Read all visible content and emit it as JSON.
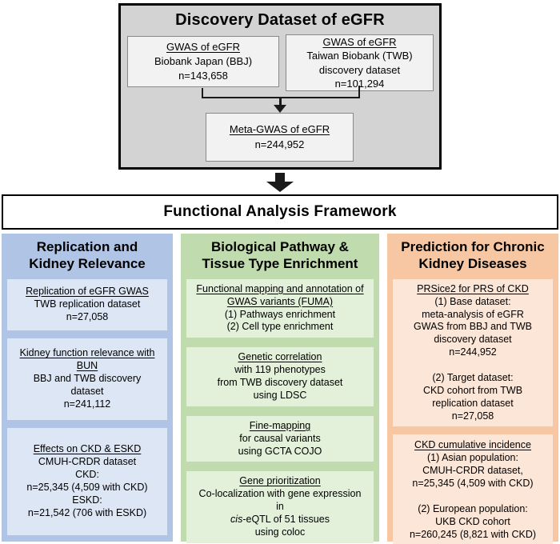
{
  "discovery": {
    "title": "Discovery Dataset of eGFR",
    "bbj": {
      "heading": "GWAS of eGFR",
      "lines": [
        "Biobank Japan (BBJ)",
        "n=143,658"
      ]
    },
    "twb": {
      "heading": "GWAS of eGFR",
      "lines": [
        "Taiwan Biobank (TWB)",
        "discovery dataset",
        "n=101,294"
      ]
    },
    "meta": {
      "heading": "Meta-GWAS of eGFR",
      "lines": [
        "n=244,952"
      ]
    }
  },
  "framework": {
    "title": "Functional Analysis Framework"
  },
  "columns": [
    {
      "title_lines": [
        "Replication and",
        "Kidney Relevance"
      ],
      "boxes": [
        {
          "heading": "Replication of eGFR GWAS",
          "lines": [
            "TWB replication dataset",
            "n=27,058"
          ]
        },
        {
          "heading": "Kidney function relevance with BUN",
          "lines": [
            "BBJ and TWB discovery",
            "dataset",
            "n=241,112"
          ]
        },
        {
          "heading": "Effects on CKD & ESKD",
          "lines": [
            "CMUH-CRDR dataset",
            "CKD:",
            "n=25,345 (4,509 with CKD)",
            "ESKD:",
            "n=21,542 (706 with ESKD)"
          ]
        }
      ]
    },
    {
      "title_lines": [
        "Biological Pathway &",
        "Tissue Type Enrichment"
      ],
      "boxes": [
        {
          "heading": "Functional mapping and annotation of GWAS variants (FUMA)",
          "lines": [
            "(1) Pathways enrichment",
            "(2) Cell type enrichment"
          ]
        },
        {
          "heading": "Genetic correlation",
          "lines": [
            "with 119 phenotypes",
            "from TWB discovery dataset",
            "using LDSC"
          ]
        },
        {
          "heading": "Fine-mapping",
          "lines": [
            "for causal variants",
            "using GCTA COJO"
          ]
        },
        {
          "heading": "Gene prioritization",
          "lines": [
            "Co-localization with gene expression",
            "in"
          ],
          "cis_italic": "cis",
          "cis_rest": "-eQTL of 51 tissues",
          "last_line": "using coloc"
        }
      ]
    },
    {
      "title_lines": [
        "Prediction for Chronic",
        "Kidney Diseases"
      ],
      "boxes": [
        {
          "heading": "PRSice2 for PRS of CKD",
          "lines": [
            "(1) Base dataset:",
            "meta-analysis of eGFR",
            "GWAS from BBJ and TWB",
            "discovery dataset",
            "n=244,952",
            "",
            "(2) Target dataset:",
            "CKD cohort from TWB",
            "replication dataset",
            "n=27,058"
          ]
        },
        {
          "heading": "CKD cumulative incidence",
          "lines": [
            "(1) Asian population:",
            "CMUH-CRDR dataset,",
            "n=25,345 (4,509 with CKD)",
            "",
            "(2) European population:",
            "UKB CKD cohort",
            "n=260,245 (8,821 with CKD)"
          ]
        }
      ]
    }
  ],
  "colors": {
    "discovery_bg": "#d3d3d3",
    "inner_gray_bg": "#f2f2f2",
    "column_blue": "#b0c5e6",
    "column_blue_light": "#dce6f4",
    "column_green": "#c0dcae",
    "column_green_light": "#e3f0da",
    "column_orange": "#f6c7a2",
    "column_orange_light": "#fce6d7",
    "arrow_black": "#1a1a1a"
  }
}
